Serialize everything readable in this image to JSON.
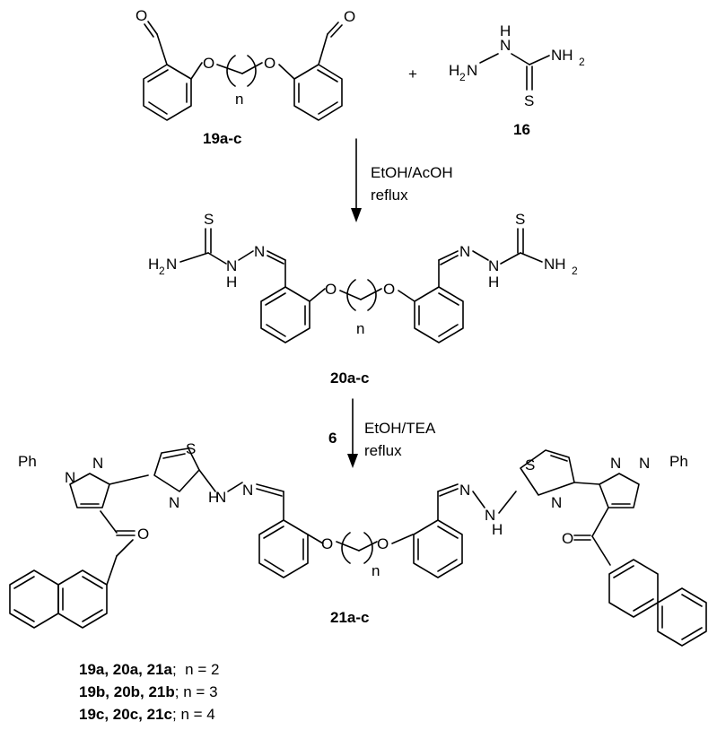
{
  "compounds": {
    "dialdehyde": "19a-c",
    "thiosemicarbazide": "16",
    "bis_thiosemicarbazone": "20a-c",
    "bis_thiazole": "21a-c"
  },
  "atoms": {
    "O": "O",
    "S": "S",
    "N": "N",
    "H": "H",
    "NH2": "NH",
    "NH2_sub": "2",
    "H2N_H": "H",
    "H2N_sub": "2",
    "H2N_N": "N",
    "chain_n": "n",
    "Ph": "Ph"
  },
  "signs": {
    "plus": "+"
  },
  "step1": {
    "conditions": "EtOH/AcOH",
    "mode": "reflux"
  },
  "step2": {
    "reagent": "6",
    "conditions": "EtOH/TEA",
    "mode": "reflux"
  },
  "legend": [
    {
      "compounds": "19a, 20a, 21a",
      "value": "n = 2"
    },
    {
      "compounds": "19b, 20b, 21b",
      "value": "n = 3"
    },
    {
      "compounds": "19c, 20c, 21c",
      "value": "n = 4"
    }
  ]
}
